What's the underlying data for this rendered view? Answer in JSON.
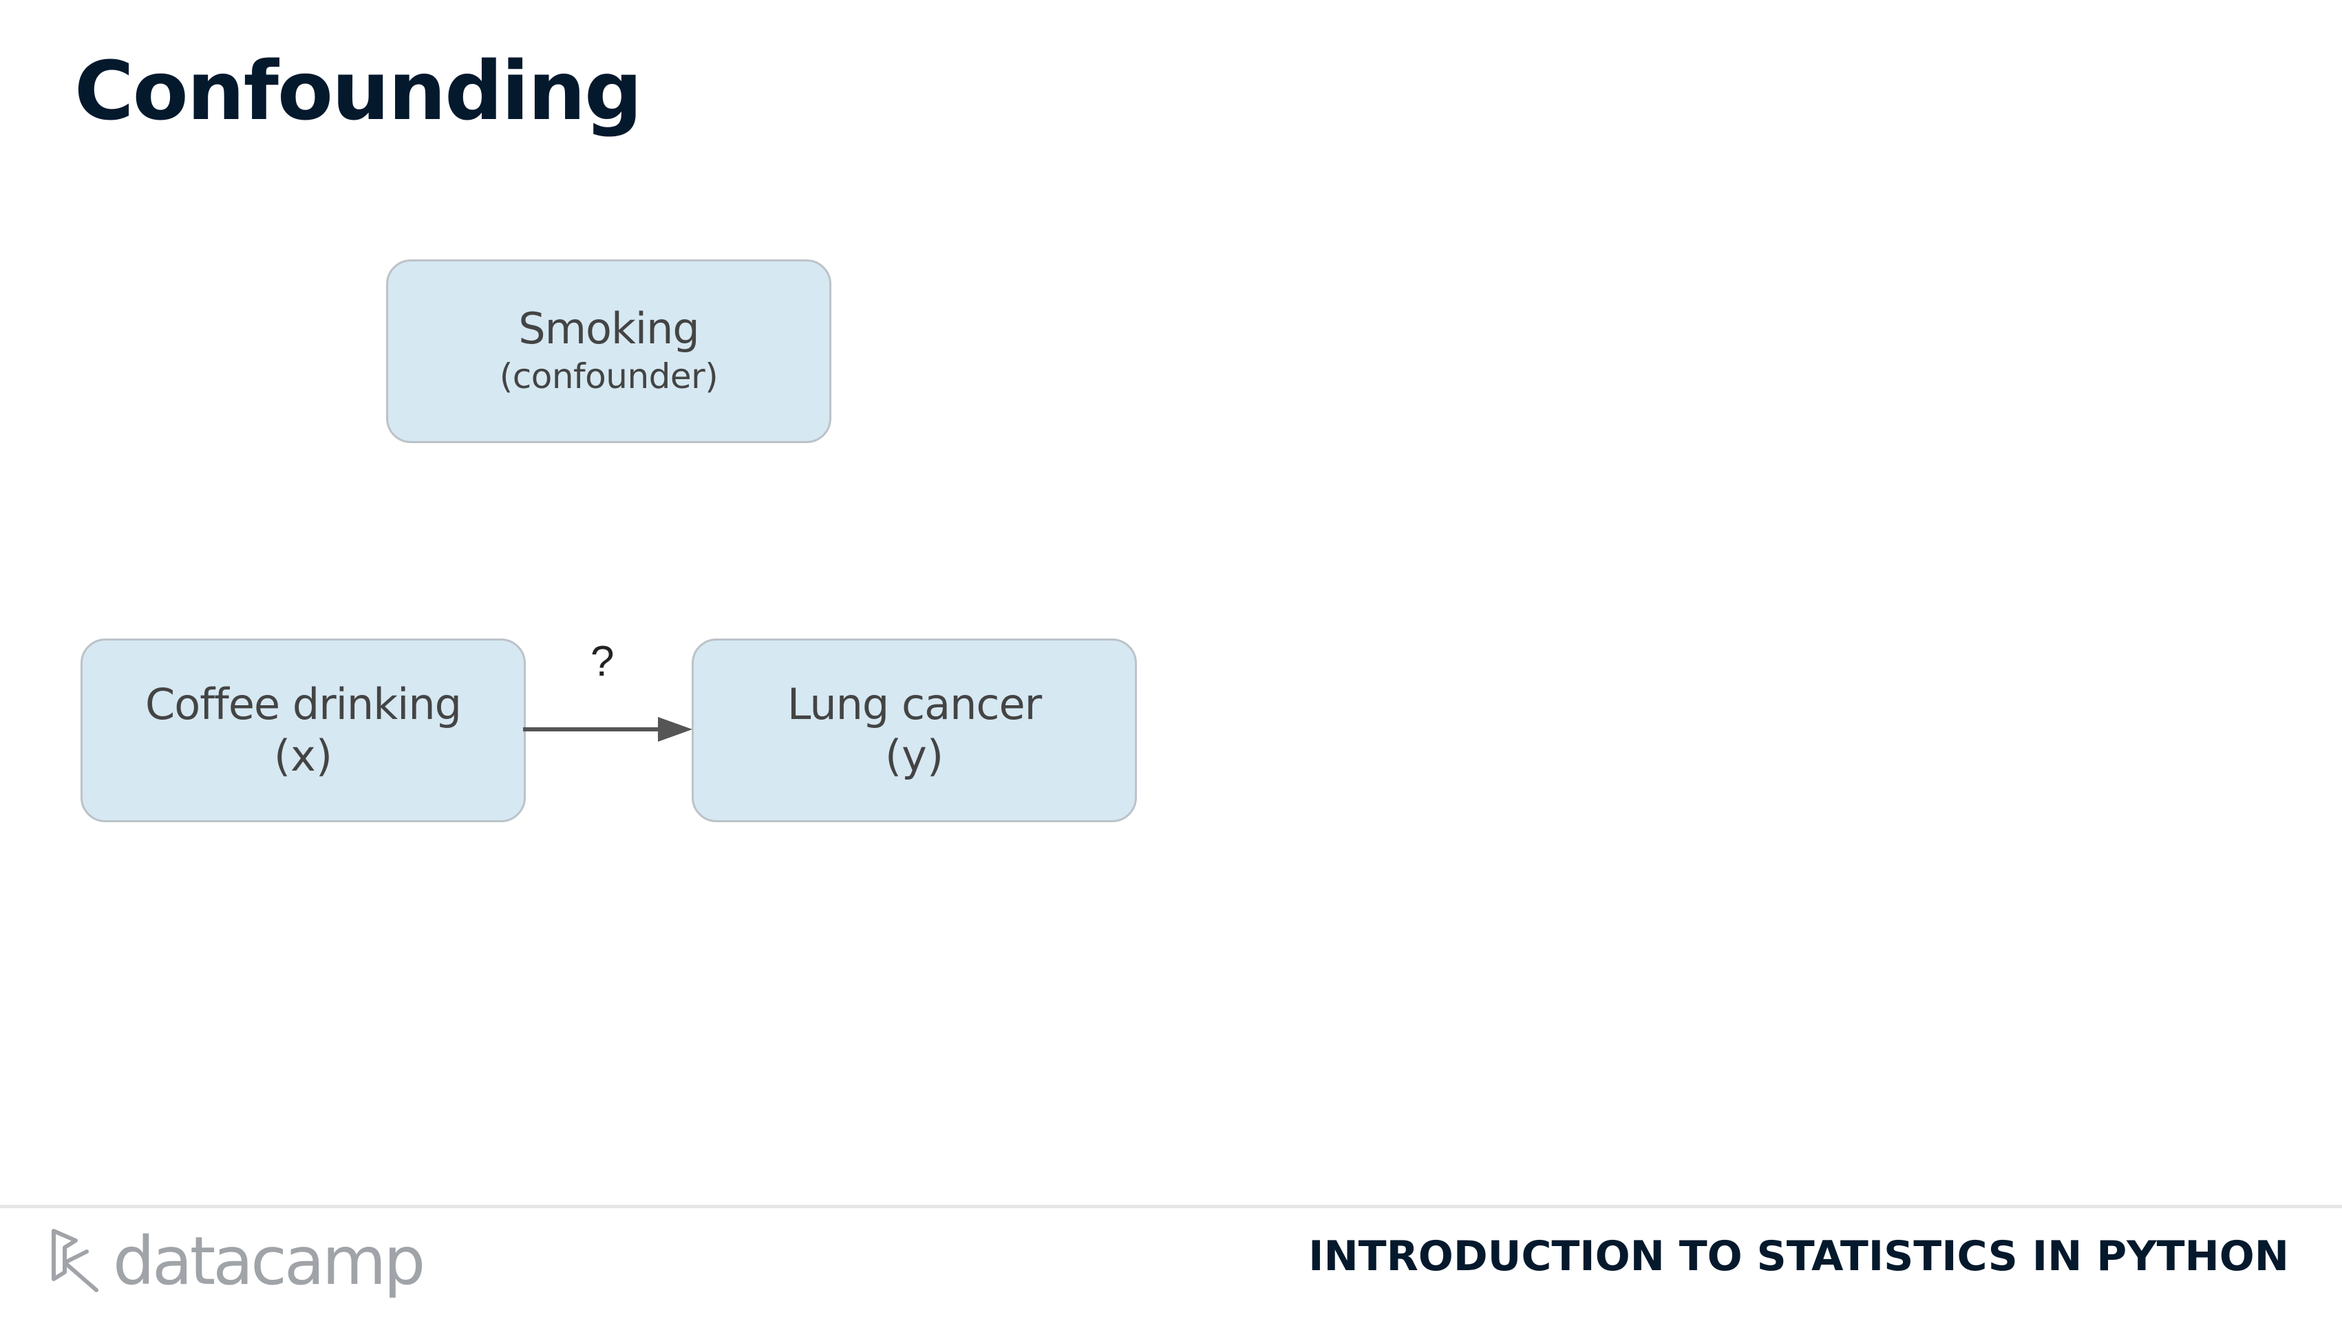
{
  "slide": {
    "title": "Confounding"
  },
  "diagram": {
    "nodes": {
      "smoking": {
        "label": "Smoking",
        "sublabel": "(confounder)"
      },
      "coffee": {
        "label": "Coffee drinking",
        "sublabel": "(x)"
      },
      "lung": {
        "label": "Lung cancer",
        "sublabel": "(y)"
      }
    },
    "edges": [
      {
        "from": "coffee",
        "to": "lung",
        "label": "?"
      }
    ]
  },
  "footer": {
    "logo_text": "datacamp",
    "course_title": "INTRODUCTION TO STATISTICS IN PYTHON"
  },
  "colors": {
    "title": "#05192d",
    "node_fill": "#d6e8f2",
    "node_border": "#bcc3c8",
    "node_text": "#444444",
    "arrow": "#555555",
    "logo": "#a0a4a8"
  },
  "icons": {
    "logo": "datacamp-logo-icon",
    "edge": "arrow-right-icon"
  }
}
